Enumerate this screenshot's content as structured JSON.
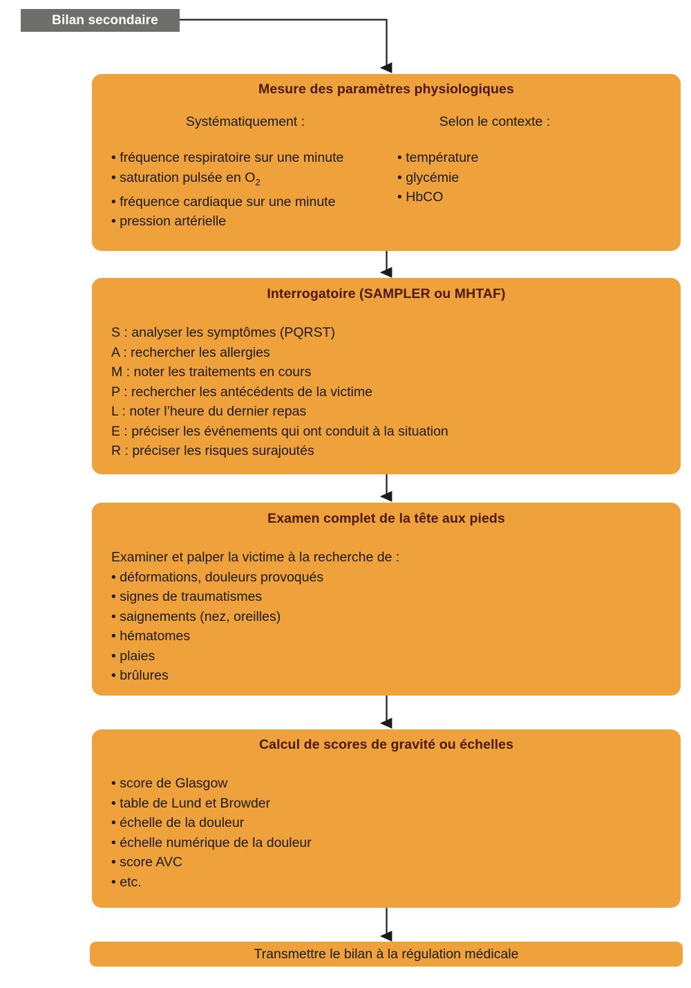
{
  "header": {
    "tab_label": "Bilan secondaire"
  },
  "colors": {
    "box_fill": "#EFA13C",
    "tab_fill": "#6E6E6D",
    "title_text": "#4B1A0E",
    "body_text": "#1B1B1B",
    "connector": "#1B1B1B",
    "page_background": "#FFFFFF"
  },
  "steps": [
    {
      "id": "vitals",
      "title": "Mesure des paramètres physiologiques",
      "columns": [
        {
          "heading": "Systématiquement :",
          "items": [
            "fréquence respiratoire sur une minute",
            "saturation pulsée en O2",
            "fréquence cardiaque sur une minute",
            "pression artérielle"
          ]
        },
        {
          "heading": "Selon le contexte :",
          "items": [
            "température",
            "glycémie",
            "HbCO"
          ]
        }
      ]
    },
    {
      "id": "interview",
      "title": "Interrogatoire (SAMPLER ou MHTAF)",
      "items": [
        "S : analyser les symptômes (PQRST)",
        "A : rechercher les allergies",
        "M : noter les traitements en cours",
        "P : rechercher les antécédents de la victime",
        "L : noter l’heure du dernier repas",
        "E : préciser les événements qui ont conduit à la situation",
        "R : préciser les risques surajoutés"
      ]
    },
    {
      "id": "exam",
      "title": "Examen complet de la tête aux pieds",
      "intro": "Examiner et palper la victime à la recherche de :",
      "items": [
        "déformations, douleurs provoqués",
        "signes de traumatismes",
        "saignements (nez, oreilles)",
        "hématomes",
        "plaies",
        "brûlures"
      ]
    },
    {
      "id": "scores",
      "title": "Calcul de scores de gravité ou échelles",
      "items": [
        "score de Glasgow",
        "table de Lund et Browder",
        "échelle de la douleur",
        "échelle numérique de la douleur",
        "score AVC",
        "etc."
      ]
    }
  ],
  "footer": {
    "label": "Transmettre le bilan à la régulation médicale"
  }
}
